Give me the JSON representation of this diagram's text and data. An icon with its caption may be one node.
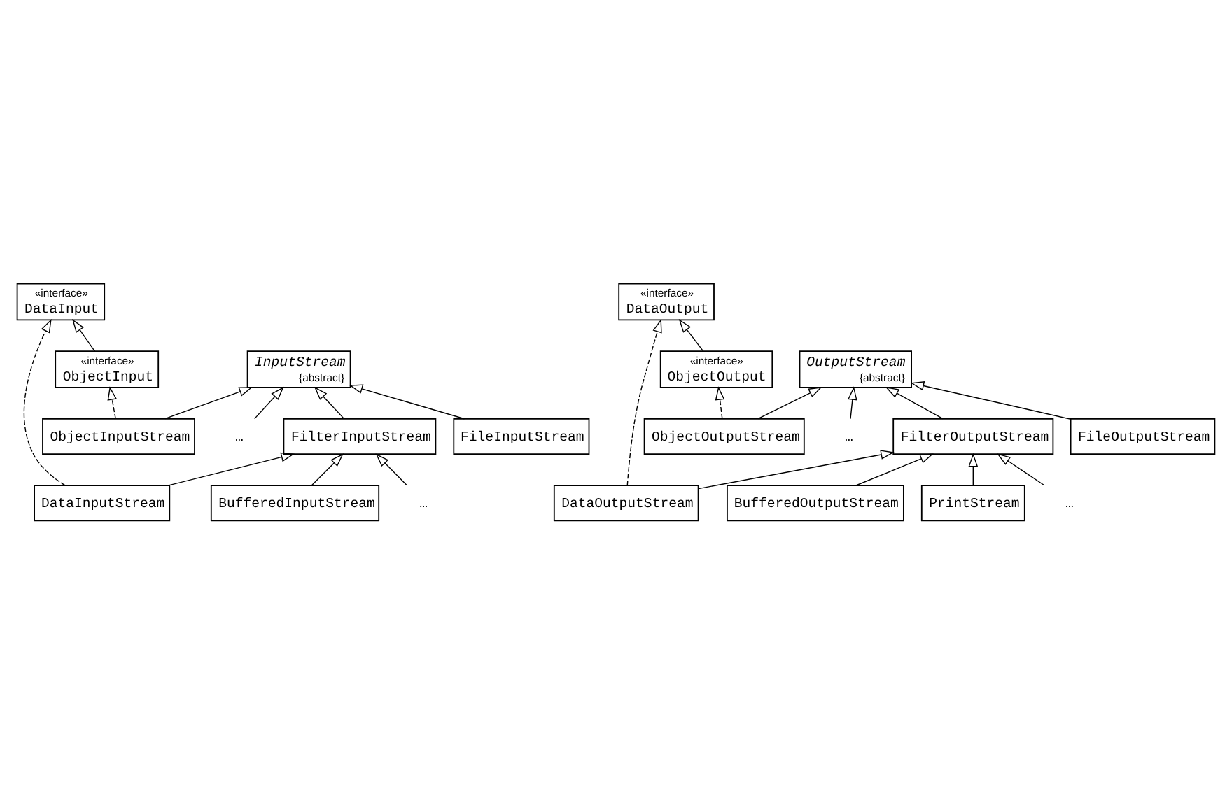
{
  "diagram": {
    "nodes": [
      {
        "text": [
          "«interface»",
          "DataInput"
        ]
      },
      {
        "text": [
          "«interface»",
          "ObjectInput"
        ]
      },
      {
        "text": [
          "InputStream",
          "{abstract}"
        ]
      },
      {
        "text": [
          "ObjectInputStream"
        ]
      },
      {
        "text": [
          "FilterInputStream"
        ]
      },
      {
        "text": [
          "FileInputStream"
        ]
      },
      {
        "text": [
          "…"
        ]
      },
      {
        "text": [
          "DataInputStream"
        ]
      },
      {
        "text": [
          "…"
        ]
      },
      {
        "text": [
          "BufferedInputStream"
        ]
      },
      {
        "text": [
          "«interface»",
          "DataOutput"
        ]
      },
      {
        "text": [
          "«interface»",
          "ObjectOutput"
        ]
      },
      {
        "text": [
          "OutputStream",
          "{abstract}"
        ]
      },
      {
        "text": [
          "ObjectOutputStream"
        ]
      },
      {
        "text": [
          "FilterOutputStream"
        ]
      },
      {
        "text": [
          "FileOutputStream"
        ]
      },
      {
        "text": [
          "…"
        ]
      },
      {
        "text": [
          "DataOutputStream"
        ]
      },
      {
        "text": [
          "…"
        ]
      },
      {
        "text": [
          "BufferedOutputStream"
        ]
      },
      {
        "text": [
          "PrintStream"
        ]
      }
    ],
    "edges": [
      {
        "from": 1,
        "to": 0,
        "arrow": "to"
      },
      {
        "from": 3,
        "to": 1,
        "arrow": "to",
        "style": "dashed"
      },
      {
        "from": 7,
        "to": 0,
        "arrow": "to",
        "style": "dashed"
      },
      {
        "from": 3,
        "to": 2,
        "arrow": "to"
      },
      {
        "from": 4,
        "to": 2,
        "arrow": "to"
      },
      {
        "from": 5,
        "to": 2,
        "arrow": "to"
      },
      {
        "from": 6,
        "to": 2,
        "arrow": "to"
      },
      {
        "from": 7,
        "to": 4,
        "arrow": "to"
      },
      {
        "from": 8,
        "to": 4,
        "arrow": "to"
      },
      {
        "from": 9,
        "to": 4,
        "arrow": "to"
      },
      {
        "from": 11,
        "to": 10,
        "arrow": "to"
      },
      {
        "from": 13,
        "to": 11,
        "arrow": "to",
        "style": "dashed"
      },
      {
        "from": 17,
        "to": 10,
        "arrow": "to",
        "style": "dashed"
      },
      {
        "from": 13,
        "to": 12,
        "arrow": "to"
      },
      {
        "from": 14,
        "to": 12,
        "arrow": "to"
      },
      {
        "from": 15,
        "to": 12,
        "arrow": "to"
      },
      {
        "from": 16,
        "to": 12,
        "arrow": "to"
      },
      {
        "from": 17,
        "to": 14,
        "arrow": "to"
      },
      {
        "from": 18,
        "to": 14,
        "arrow": "to"
      },
      {
        "from": 19,
        "to": 14,
        "arrow": "to"
      },
      {
        "from": 20,
        "to": 14,
        "arrow": "to"
      }
    ]
  }
}
